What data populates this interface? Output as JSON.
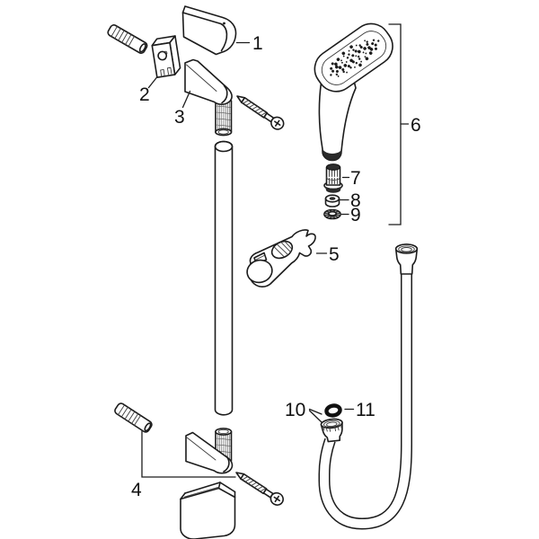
{
  "colors": {
    "ink": "#1c1c1c",
    "paper": "#ffffff"
  },
  "labels": {
    "p1": "1",
    "p2": "2",
    "p3": "3",
    "p4": "4",
    "p5": "5",
    "p6": "6",
    "p7": "7",
    "p8": "8",
    "p9": "9",
    "p10": "10",
    "p11": "11"
  }
}
